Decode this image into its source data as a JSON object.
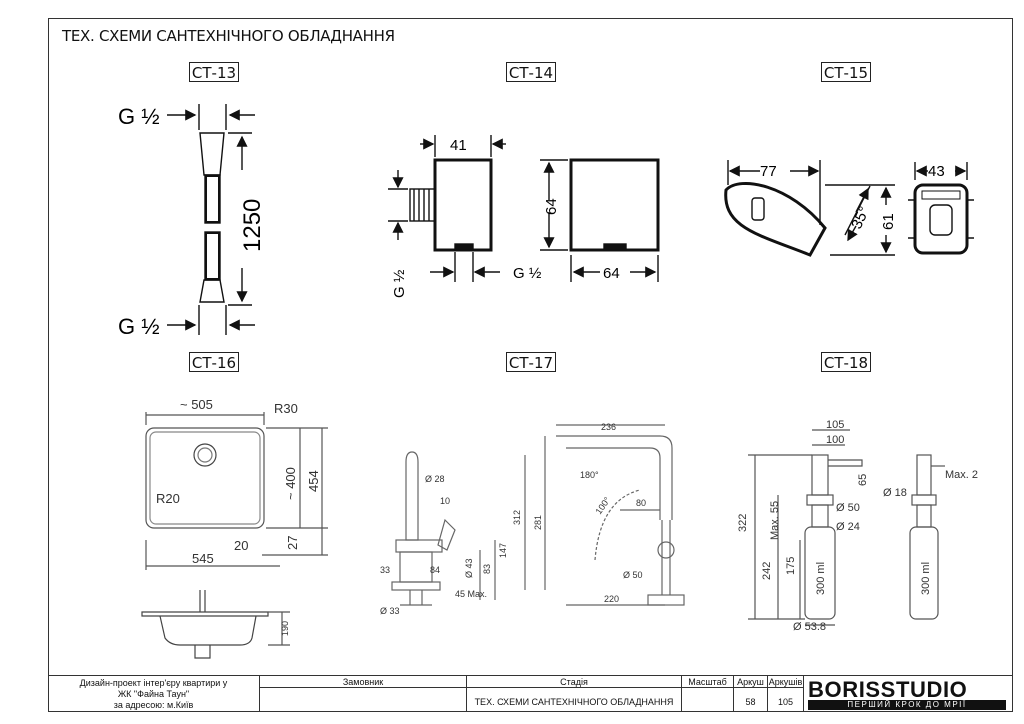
{
  "sheet": {
    "title": "ТЕХ. СХЕМИ САНТЕХНІЧНОГО ОБЛАДНАННЯ",
    "labels": [
      "СТ-13",
      "СТ-14",
      "СТ-15",
      "СТ-16",
      "СТ-17",
      "СТ-18"
    ]
  },
  "ct13": {
    "thread_top": "G ½",
    "thread_bottom": "G ½",
    "length": "1250"
  },
  "ct14": {
    "width": "41",
    "height": "64",
    "depth": "64",
    "thread_side": "G ½",
    "thread_bottom": "G ½"
  },
  "ct15": {
    "length": "77",
    "height": "61",
    "angle": "35°",
    "width": "43"
  },
  "ct16": {
    "width_top": "~ 505",
    "radius_outer": "R30",
    "depth": "~ 400",
    "height": "454",
    "radius_inner": "R20",
    "width_bottom": "545",
    "offset": "20",
    "offset_v": "27",
    "section_depth": "190"
  },
  "ct17": {
    "reach": "236",
    "rotation": "180°",
    "angle": "100°",
    "height_total": "312",
    "height_spout": "281",
    "pull": "80",
    "dia_top": "Ø 28",
    "d10": "10",
    "dia_hole": "Ø 43",
    "d147": "147",
    "d83": "83",
    "d33": "33",
    "d84": "84",
    "max": "45 Max.",
    "dia_base": "Ø 33",
    "dia_spout": "Ø 50",
    "base": "220"
  },
  "ct18": {
    "w105": "105",
    "w100": "100",
    "h65": "65",
    "h322": "322",
    "h242": "242",
    "max55": "Max. 55",
    "h175": "175",
    "vol": "300 ml",
    "dia50": "Ø 50",
    "dia24": "Ø 24",
    "dia18": "Ø 18",
    "dia538": "Ø 53.8",
    "max2": "Max. 2",
    "vol2": "300 ml"
  },
  "stamp": {
    "project_line1": "Дизайн-проект інтер'єру квартири у",
    "project_line2": "ЖК \"Файна Таун\"",
    "project_line3": "за адресою: м.Київ",
    "customer_label": "Замовник",
    "stage_label": "Стадія",
    "stage_value": "ТЕХ. СХЕМИ САНТЕХНІЧНОГО ОБЛАДНАННЯ",
    "scale_label": "Масштаб",
    "sheet_label": "Аркуш",
    "sheets_label": "Аркушів",
    "sheet_no": "58",
    "sheets_no": "105"
  },
  "logo": {
    "name": "BORISSTUDIO",
    "tagline": "ПЕРШИЙ КРОК ДО МРІЇ"
  }
}
